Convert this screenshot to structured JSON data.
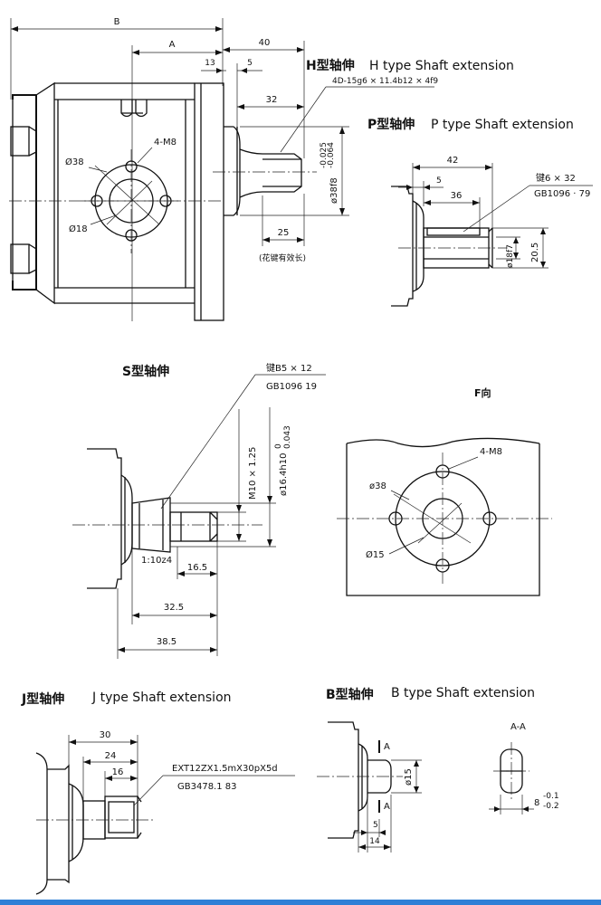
{
  "h_view": {
    "dim_B": "B",
    "dim_A": "A",
    "dim_40": "40",
    "dim_13": "13",
    "dim_5": "5",
    "dim_32": "32",
    "dim_25": "25",
    "dia_38": "Ø38",
    "dia_18": "Ø18",
    "holes": "4-M8",
    "spline_spec": "4D-15g6 × 11.4b12 × 4f9",
    "shaft_dia": "ø38f8",
    "shaft_tol_upper": "-0.025",
    "shaft_tol_lower": "-0.064",
    "spline_note": "(花键有效长)",
    "heading_cn": "H型轴伸",
    "heading_en": "H type Shaft extension"
  },
  "p_view": {
    "heading_cn": "P型轴伸",
    "heading_en": "P type Shaft extension",
    "dim_42": "42",
    "dim_5": "5",
    "dim_36": "36",
    "key": "键6 × 32",
    "standard": "GB1096 · 79",
    "dia": "ø18f7",
    "dim_20_5": "20.5"
  },
  "s_view": {
    "heading": "S型轴伸",
    "key": "键B5 × 12",
    "standard": "GB1096 19",
    "thread": "M10 × 1.25",
    "dia": "ø16.4h10",
    "dia_tol_upper": "0",
    "dia_tol_lower": "0.043",
    "taper": "1:10z4",
    "dim_16_5": "16.5",
    "dim_32_5": "32.5",
    "dim_38_5": "38.5"
  },
  "f_view": {
    "title": "F向",
    "holes": "4-M8",
    "dia_38": "ø38",
    "dia_15": "Ø15"
  },
  "j_view": {
    "heading_cn": "J型轴伸",
    "heading_en": "J type Shaft extension",
    "dim_30": "30",
    "dim_24": "24",
    "dim_16": "16",
    "spline_spec": "EXT12ZX1.5mX30pX5d",
    "standard": "GB3478.1 83"
  },
  "b_view": {
    "heading_cn": "B型轴伸",
    "heading_en": "B type Shaft extension",
    "section_label": "A",
    "dia_15": "ø15",
    "dim_5": "5",
    "dim_14": "14",
    "aa_title": "A-A",
    "dim_8": "8",
    "tol_upper": "-0.1",
    "tol_lower": "-0.2"
  }
}
